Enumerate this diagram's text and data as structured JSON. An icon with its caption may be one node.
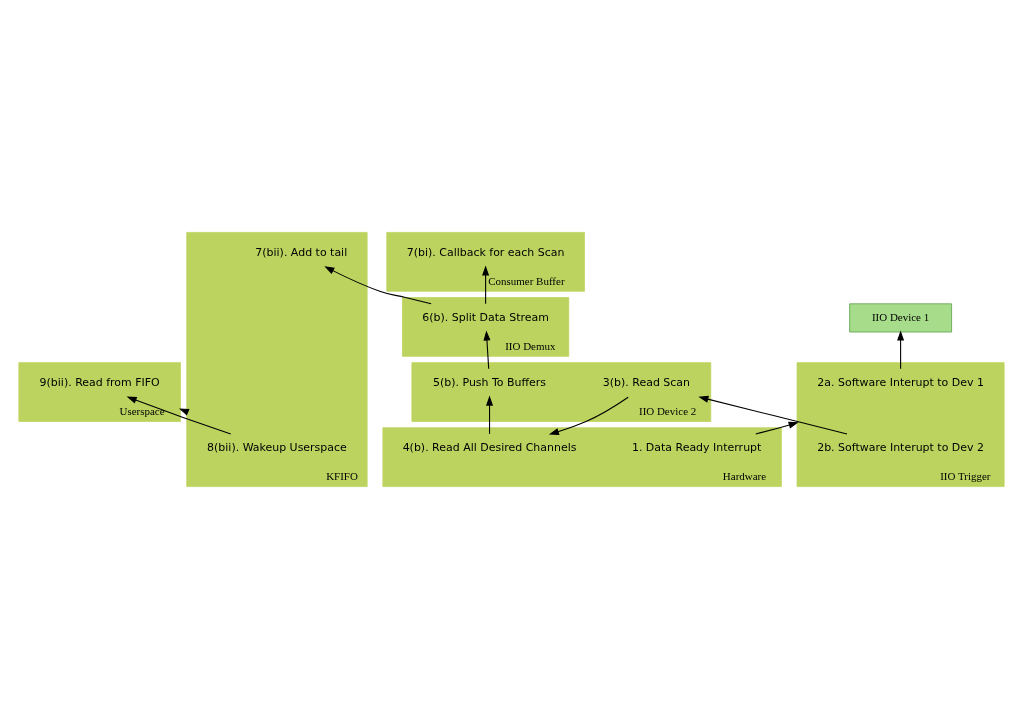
{
  "diagram": {
    "nodes": [
      {
        "text": [
          "Userspace"
        ]
      },
      {
        "text": [
          "9(bii). Read from FIFO"
        ],
        "in": 0
      },
      {
        "text": [
          "Consumer Buffer"
        ]
      },
      {
        "text": [
          "7(bi). Callback for each Scan"
        ],
        "in": 2
      },
      {
        "text": [
          "KFIFO"
        ]
      },
      {
        "text": [
          "8(bii). Wakeup Userspace"
        ],
        "in": 4
      },
      {
        "text": [
          "7(bii). Add to tail"
        ],
        "in": 4
      },
      {
        "text": [
          "IIO Demux"
        ]
      },
      {
        "text": [
          "6(b). Split Data Stream"
        ],
        "in": 7
      },
      {
        "text": [
          "IIO Trigger"
        ]
      },
      {
        "text": [
          "2a. Software Interupt to Dev 1"
        ],
        "in": 9
      },
      {
        "text": [
          "2b. Software Interupt to Dev 2"
        ],
        "in": 9
      },
      {
        "text": [
          "IIO Device 1"
        ]
      },
      {
        "text": [
          "IIO Device 2"
        ]
      },
      {
        "text": [
          "3(b). Read Scan"
        ],
        "in": 13
      },
      {
        "text": [
          "5(b). Push To Buffers"
        ],
        "in": 13
      },
      {
        "text": [
          "Hardware"
        ]
      },
      {
        "text": [
          "1. Data Ready Interrupt"
        ],
        "in": 16
      },
      {
        "text": [
          "4(b). Read All Desired Channels"
        ],
        "in": 16
      }
    ],
    "edges": [
      {
        "from": 17,
        "to": 9,
        "arrow": "to"
      },
      {
        "from": 10,
        "to": 12,
        "arrow": "to"
      },
      {
        "from": 11,
        "to": 14,
        "arrow": "to"
      },
      {
        "from": 14,
        "to": 18,
        "arrow": "to"
      },
      {
        "from": 18,
        "to": 15,
        "arrow": "to"
      },
      {
        "from": 15,
        "to": 8,
        "arrow": "to"
      },
      {
        "from": 8,
        "to": 3,
        "arrow": "to"
      },
      {
        "from": 8,
        "to": 6,
        "arrow": "to"
      },
      {
        "from": 5,
        "to": 1,
        "arrow": "to"
      },
      {
        "from": 4,
        "to": 0,
        "arrow": "to"
      }
    ]
  }
}
